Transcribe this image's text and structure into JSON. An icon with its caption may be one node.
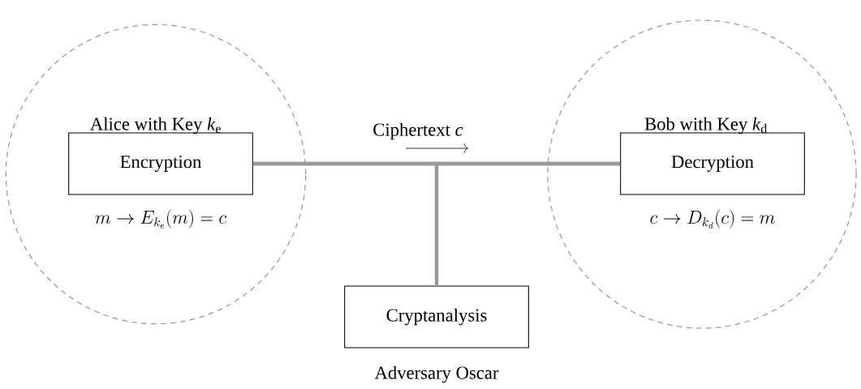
{
  "diagram": {
    "nodes": [
      {
        "text": [
          "Alice with Key *k*$_{e}$",
          "m \\to E_{k_e}(m) = c"
        ]
      },
      {
        "text": [
          "Encryption"
        ],
        "in": 0
      },
      {
        "text": [
          "Bob with Key *k*$_{d}$",
          "c \\to D_{k_d}(c) = m"
        ]
      },
      {
        "text": [
          "Decryption"
        ],
        "in": 2
      },
      {
        "text": [
          "Cryptanalysis"
        ],
        "beside": [
          "Adversary Oscar"
        ]
      }
    ],
    "edges": [
      {
        "from": 1,
        "to": 3,
        "arrow": "none",
        "label": "Ciphertext *c*"
      },
      {
        "from": 4,
        "to": 1,
        "arrow": "none"
      },
      {
        "from": 4,
        "to": 3,
        "arrow": "none"
      }
    ]
  }
}
